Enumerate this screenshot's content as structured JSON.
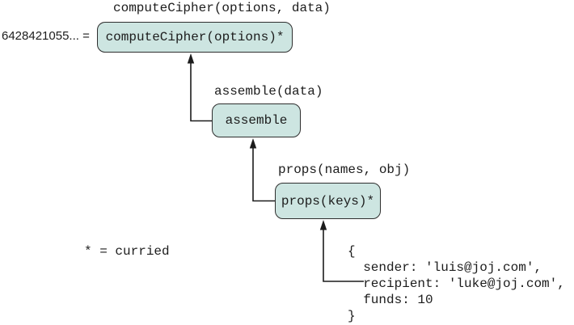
{
  "diagram": {
    "curried_note": "* = curried",
    "result_prefix": "6428421055... =",
    "colors": {
      "node_fill": "#cde5e1",
      "node_border": "#2e2e2e",
      "line": "#1c1c1c",
      "text": "#1c1c1c",
      "background": "#ffffff"
    },
    "nodes": [
      {
        "id": "computeCipher",
        "signature": "computeCipher(options, data)",
        "label": "computeCipher(options)*"
      },
      {
        "id": "assemble",
        "signature": "assemble(data)",
        "label": "assemble"
      },
      {
        "id": "props",
        "signature": "props(names, obj)",
        "label": "props(keys)*"
      }
    ],
    "input_object": "{\n  sender: 'luis@joj.com',\n  recipient: 'luke@joj.com',\n  funds: 10\n}"
  }
}
